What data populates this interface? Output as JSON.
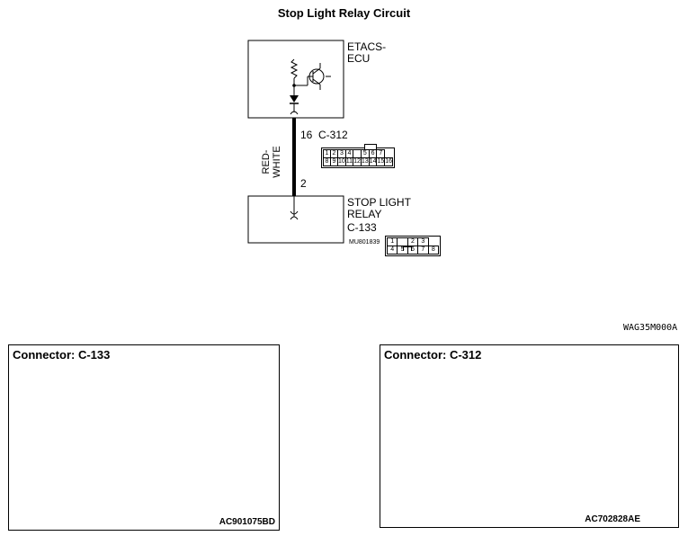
{
  "title": "Stop Light Relay Circuit",
  "ecu": {
    "line1": "ETACS-",
    "line2": "ECU"
  },
  "wire": {
    "color_line1": "RED-",
    "color_line2": "WHITE",
    "ecu_pin": "16",
    "ecu_connector": "C-312",
    "relay_pin": "2"
  },
  "relay": {
    "line1": "STOP LIGHT",
    "line2": "RELAY",
    "connector": "C-133",
    "part_code": "MU801839"
  },
  "c312_pins": {
    "row1": [
      "1",
      "2",
      "3",
      "4",
      "",
      "5",
      "6",
      "7"
    ],
    "row2": [
      "8",
      "9",
      "10",
      "11",
      "12",
      "13",
      "14",
      "15",
      "16"
    ]
  },
  "c133_pins": {
    "row1": [
      "1",
      "",
      "2",
      "3"
    ],
    "row2": [
      "4",
      "5",
      "6",
      "7",
      "8"
    ]
  },
  "figure_code": "WAG35M000A",
  "panel_left": {
    "title": "Connector: C-133",
    "code": "AC901075BD"
  },
  "panel_right": {
    "title": "Connector: C-312",
    "code": "AC702828AE"
  }
}
